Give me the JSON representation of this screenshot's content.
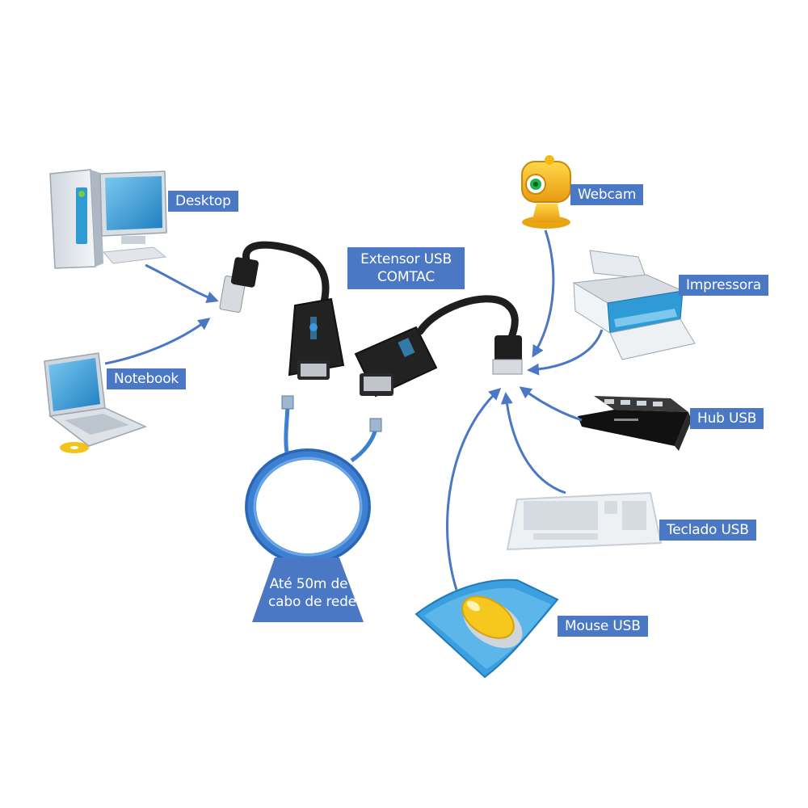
{
  "labels": {
    "desktop": "Desktop",
    "notebook": "Notebook",
    "extensor_line1": "Extensor USB",
    "extensor_line2": "COMTAC",
    "cable_line1": "Até 50m de",
    "cable_line2": "cabo de rede",
    "webcam": "Webcam",
    "printer": "Impressora",
    "hub": "Hub USB",
    "keyboard": "Teclado USB",
    "mouse": "Mouse USB"
  },
  "colors": {
    "label_bg": "#4a78c4",
    "arrow": "#4a78c4",
    "screen": "#2e9bd6",
    "cable": "#3d7fd0",
    "adapter": "#1c1c1c",
    "webcam": "#f4b818",
    "mousepad": "#3aa0e0"
  }
}
